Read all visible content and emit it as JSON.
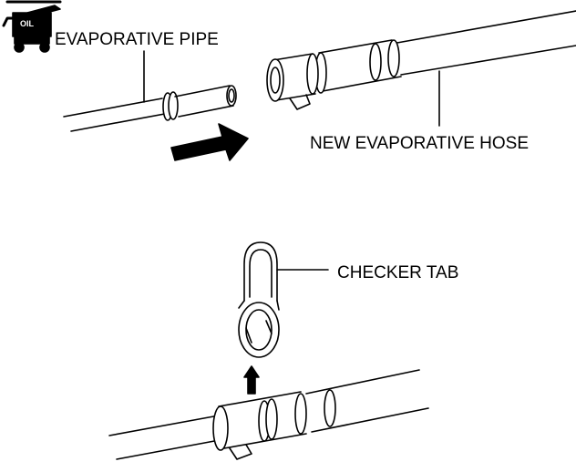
{
  "icon": {
    "name": "oil-can-icon",
    "text": "OIL"
  },
  "labels": {
    "evaporative_pipe": "EVAPORATIVE PIPE",
    "new_evaporative_hose": "NEW EVAPORATIVE HOSE",
    "checker_tab": "CHECKER TAB"
  },
  "colors": {
    "ink": "#000000",
    "background": "#ffffff"
  }
}
